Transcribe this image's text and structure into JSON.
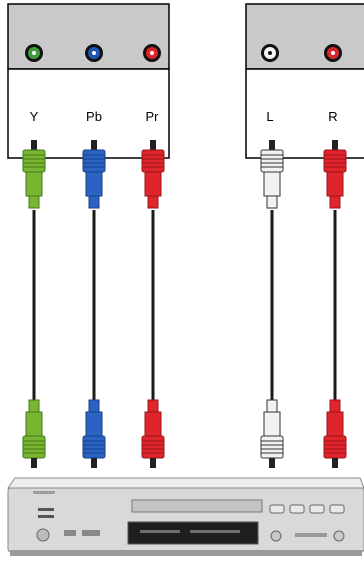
{
  "left_panel": {
    "jacks": [
      {
        "label": "Y",
        "ring_color": "#3f9d3a"
      },
      {
        "label": "Pb",
        "ring_color": "#1d57b5"
      },
      {
        "label": "Pr",
        "ring_color": "#d8252b"
      }
    ]
  },
  "right_panel": {
    "jacks": [
      {
        "label": "L",
        "ring_color": "#f4f4f4"
      },
      {
        "label": "R",
        "ring_color": "#d8252b"
      }
    ]
  },
  "cables": [
    {
      "name": "Y",
      "color": "#79b530",
      "dark": "#3f7a1b"
    },
    {
      "name": "Pb",
      "color": "#2b63c2",
      "dark": "#173f86"
    },
    {
      "name": "Pr",
      "color": "#e0242b",
      "dark": "#981518"
    },
    {
      "name": "L",
      "color": "#f2f2f2",
      "dark": "#333333"
    },
    {
      "name": "R",
      "color": "#e0242b",
      "dark": "#981518"
    }
  ],
  "device": {
    "body_color": "#d9dad7",
    "display_color": "#1f1f1f"
  }
}
